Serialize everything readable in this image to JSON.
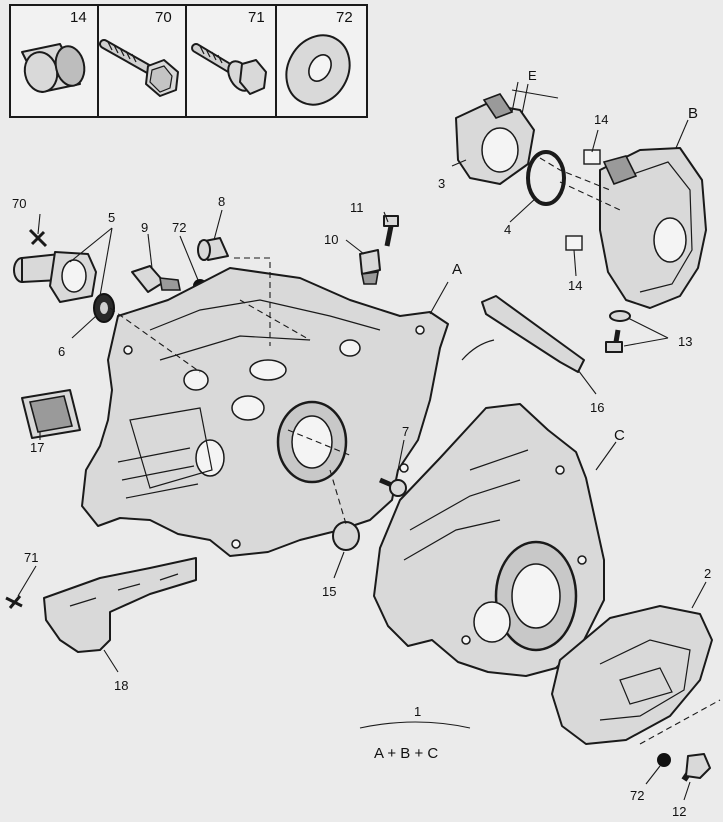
{
  "legend_box": {
    "cells": [
      {
        "number": "14",
        "icon": "bushing-icon"
      },
      {
        "number": "70",
        "icon": "bolt-icon"
      },
      {
        "number": "71",
        "icon": "flange-bolt-icon"
      },
      {
        "number": "72",
        "icon": "washer-icon"
      }
    ]
  },
  "callouts": {
    "c70": "70",
    "c5": "5",
    "c9": "9",
    "c72a": "72",
    "c8": "8",
    "c11": "11",
    "c10": "10",
    "cA": "A",
    "c6": "6",
    "cE": "E",
    "cB": "B",
    "c14a": "14",
    "c3": "3",
    "c4": "4",
    "c14b": "14",
    "c13": "13",
    "c16": "16",
    "c17": "17",
    "c7": "7",
    "cC": "C",
    "c15": "15",
    "c71": "71",
    "c18": "18",
    "c2": "2",
    "c1": "1",
    "c72b": "72",
    "c12": "12"
  },
  "formula": "A + B + C"
}
